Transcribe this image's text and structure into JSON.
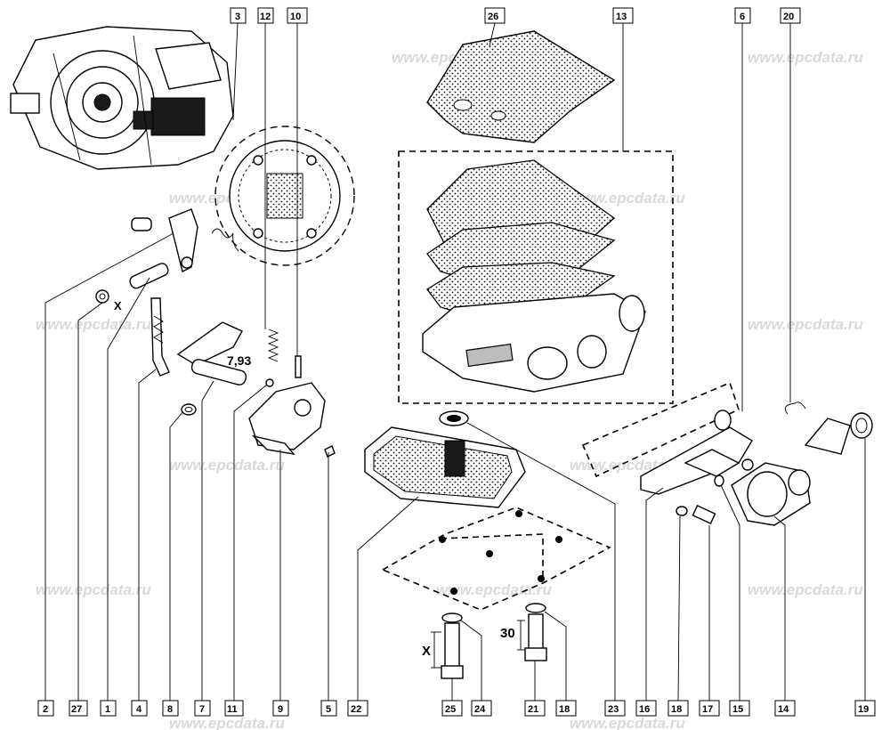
{
  "watermark_text": "www.epcdata.ru",
  "callouts": {
    "top": [
      "3",
      "12",
      "10",
      "26",
      "13",
      "6",
      "20"
    ],
    "bottom": [
      "2",
      "27",
      "1",
      "4",
      "8",
      "7",
      "11",
      "9",
      "5",
      "22",
      "25",
      "24",
      "21",
      "18",
      "23",
      "16",
      "18",
      "17",
      "15",
      "14",
      "19"
    ]
  },
  "dimensions": {
    "spring_length": "7,93",
    "bolt_x": "X",
    "bolt_30": "30",
    "pin_x": "X"
  }
}
